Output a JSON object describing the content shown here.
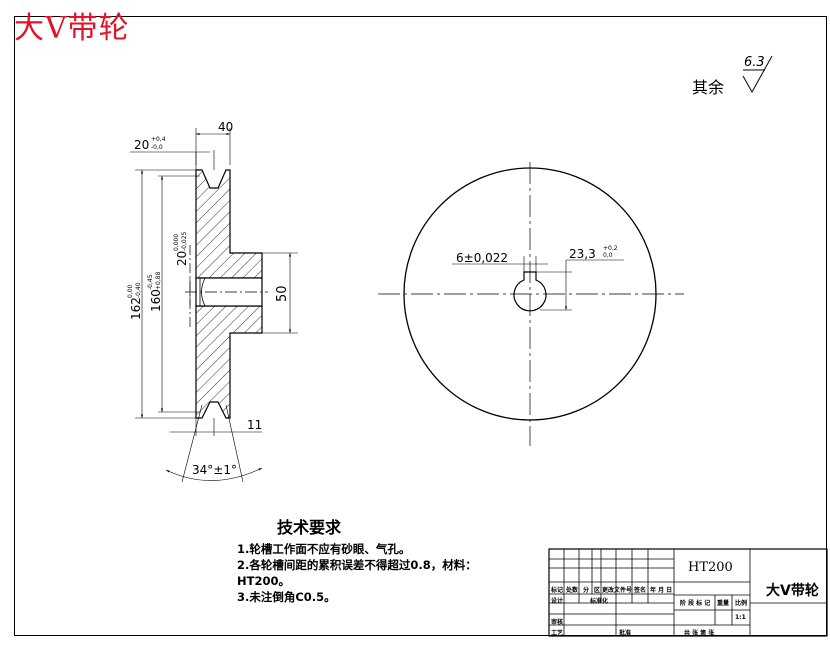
{
  "drawing": {
    "title": "大V带轮",
    "roughness": {
      "label": "其余",
      "value": "6.3"
    },
    "section_view": {
      "dim_top_width": "40",
      "dim_groove_width": "20",
      "dim_groove_width_tol_upper": "+0,4",
      "dim_groove_width_tol_lower": "-0,0",
      "dim_outer_diameter": "162",
      "dim_outer_diameter_tol_upper": "0,00",
      "dim_outer_diameter_tol_lower": "-0,40",
      "dim_pitch_diameter": "160",
      "dim_pitch_diameter_tol_upper": "-0,45",
      "dim_pitch_diameter_tol_lower": "+0,88",
      "dim_bore": "20",
      "dim_bore_tol_upper": "0,000",
      "dim_bore_tol_lower": "-0,025",
      "dim_hub_diameter": "50",
      "dim_groove_offset": "11",
      "dim_groove_angle": "34°±1°"
    },
    "front_view": {
      "dim_keyway_width": "6±0,022",
      "dim_keyway_depth": "23,3",
      "dim_keyway_depth_tol_upper": "+0,2",
      "dim_keyway_depth_tol_lower": "0,0"
    },
    "technical_requirements": {
      "title": "技术要求",
      "items": [
        "1.轮槽工作面不应有砂眼、气孔。",
        "2.各轮槽间距的累积误差不得超过0.8，材料：",
        "HT200。",
        "3.未注倒角C0.5。"
      ]
    },
    "title_block": {
      "material": "HT200",
      "part_name": "大V带轮",
      "row_labels": [
        "标记",
        "处数",
        "分",
        "区",
        "更改文件号",
        "签名",
        "年 月 日"
      ],
      "design_label": "设计",
      "standardization_label": "标准化",
      "stage_labels": "阶 段 标 记",
      "weight_label": "重量",
      "scale_label": "比例",
      "scale_value": "1:1",
      "review_label": "审核",
      "process_label": "工艺",
      "approve_label": "批准",
      "sheet_info": "共 张 第 张"
    }
  }
}
